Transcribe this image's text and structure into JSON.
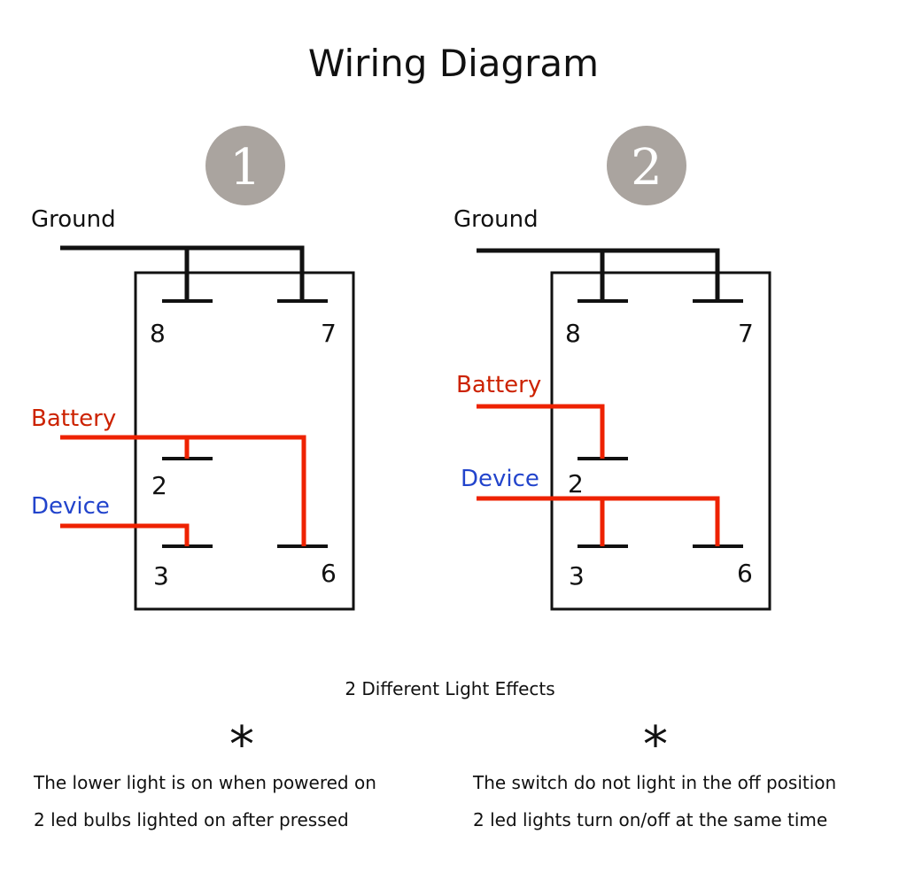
{
  "title": "Wiring Diagram",
  "colors": {
    "ground_wire": "#111111",
    "power_wire": "#ee2200",
    "battery_label": "#cc2200",
    "device_label": "#2244cc",
    "badge": "#aaa49f"
  },
  "diagrams": [
    {
      "number": "1",
      "ground_label": "Ground",
      "battery_label": "Battery",
      "device_label": "Device",
      "pins": [
        "8",
        "7",
        "2",
        "3",
        "6"
      ]
    },
    {
      "number": "2",
      "ground_label": "Ground",
      "battery_label": "Battery",
      "device_label": "Device",
      "pins": [
        "8",
        "7",
        "2",
        "3",
        "6"
      ]
    }
  ],
  "effects_heading": "2 Different Light Effects",
  "effects": [
    {
      "marker": "*",
      "lines": [
        "The lower light is on when powered on",
        "2 led bulbs lighted on after pressed"
      ]
    },
    {
      "marker": "*",
      "lines": [
        "The switch do not light in the off position",
        "2 led lights turn on/off at the same time"
      ]
    }
  ]
}
